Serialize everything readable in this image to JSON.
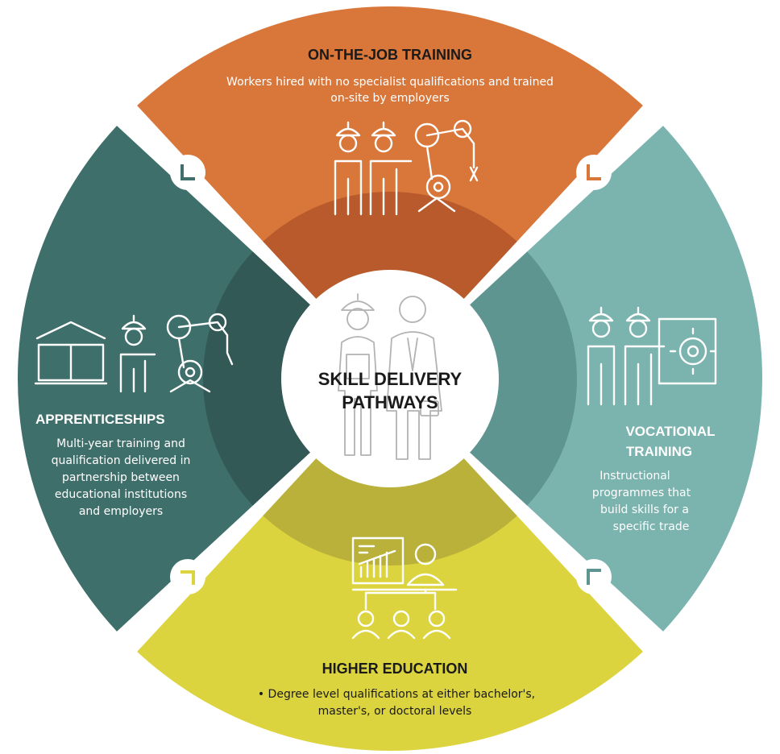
{
  "center": {
    "title_lines": [
      "SKILL DELIVERY",
      "PATHWAYS"
    ]
  },
  "segments": {
    "top": {
      "title": "ON-THE-JOB TRAINING",
      "desc_lines": [
        "Workers hired with no specialist qualifications and trained",
        "on-site by employers"
      ],
      "color": "#d9773a",
      "inner_color": "#b85a2c",
      "icon": "workers-robot-arm-icon"
    },
    "right": {
      "title_lines": [
        "VOCATIONAL",
        "TRAINING"
      ],
      "desc_lines": [
        "Instructional",
        "programmes that",
        "build skills for a",
        "specific trade"
      ],
      "color": "#7bb3ae",
      "inner_color": "#5f9591",
      "icon": "workers-presentation-gear-icon"
    },
    "bottom": {
      "title": "HIGHER EDUCATION",
      "desc_lines": [
        "• Degree level qualifications at either bachelor's,",
        "master's, or doctoral levels"
      ],
      "color": "#dcd43e",
      "inner_color": "#b9b13a",
      "icon": "lecture-classroom-icon"
    },
    "left": {
      "title": "APPRENTICESHIPS",
      "desc_lines": [
        "Multi-year training and",
        "qualification delivered in",
        "partnership between",
        "educational institutions",
        "and employers"
      ],
      "color": "#3f6f6b",
      "inner_color": "#325956",
      "icon": "book-worker-robot-arm-icon"
    }
  }
}
